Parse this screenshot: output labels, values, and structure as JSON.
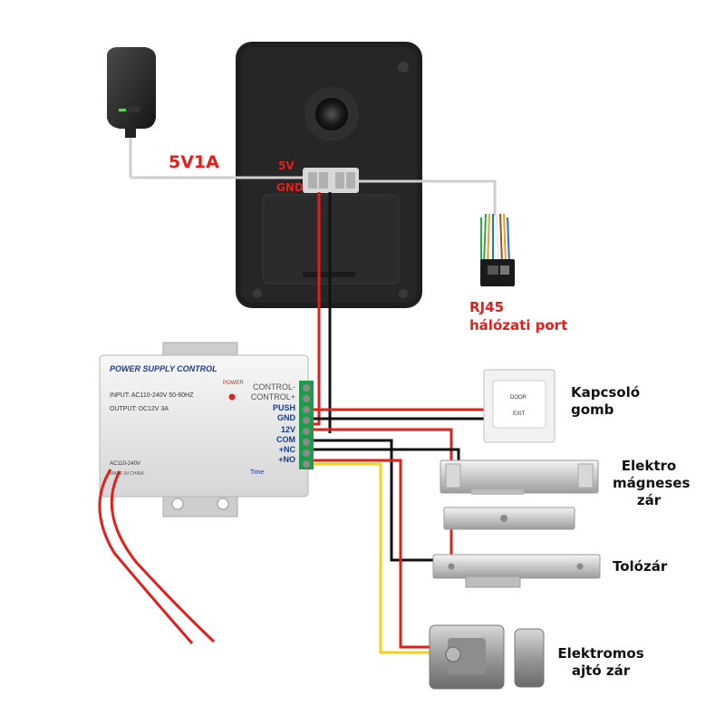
{
  "wiring": {
    "power_adapter_rating": "5V1A",
    "camera_terminals": {
      "plus": "5V",
      "ground": "GND"
    },
    "rj45": {
      "line1": "RJ45",
      "line2": "hálózati port"
    }
  },
  "power_supply": {
    "title": "POWER SUPPLY CONTROL",
    "input": "INPUT: AC110-240V  50-60HZ",
    "output": "OUTPUT: DC12V  3A",
    "power_led": "POWER",
    "ac_label": "AC110-240V",
    "made_in": "MADE IN CHINA",
    "time_label": "Time",
    "terminals": [
      "CONTROL-",
      "CONTROL+",
      "PUSH",
      "GND",
      "12V",
      "COM",
      "+NC",
      "+NO"
    ]
  },
  "devices": {
    "exit_button": {
      "line1": "Kapcsoló",
      "line2": "gomb",
      "plate_top": "DOOR",
      "plate_bottom": "EXIT"
    },
    "magnetic_lock": {
      "line1": "Elektro",
      "line2": "mágneses",
      "line3": "zár"
    },
    "bolt_lock": {
      "line1": "Tolózár"
    },
    "door_lock": {
      "line1": "Elektromos",
      "line2": "ajtó zár"
    }
  },
  "colors": {
    "red_wire": "#e0201b",
    "black_wire": "#111111",
    "yellow_wire": "#f2d31b",
    "white_wire": "#c9c9c9",
    "label_red": "#e0201b"
  }
}
